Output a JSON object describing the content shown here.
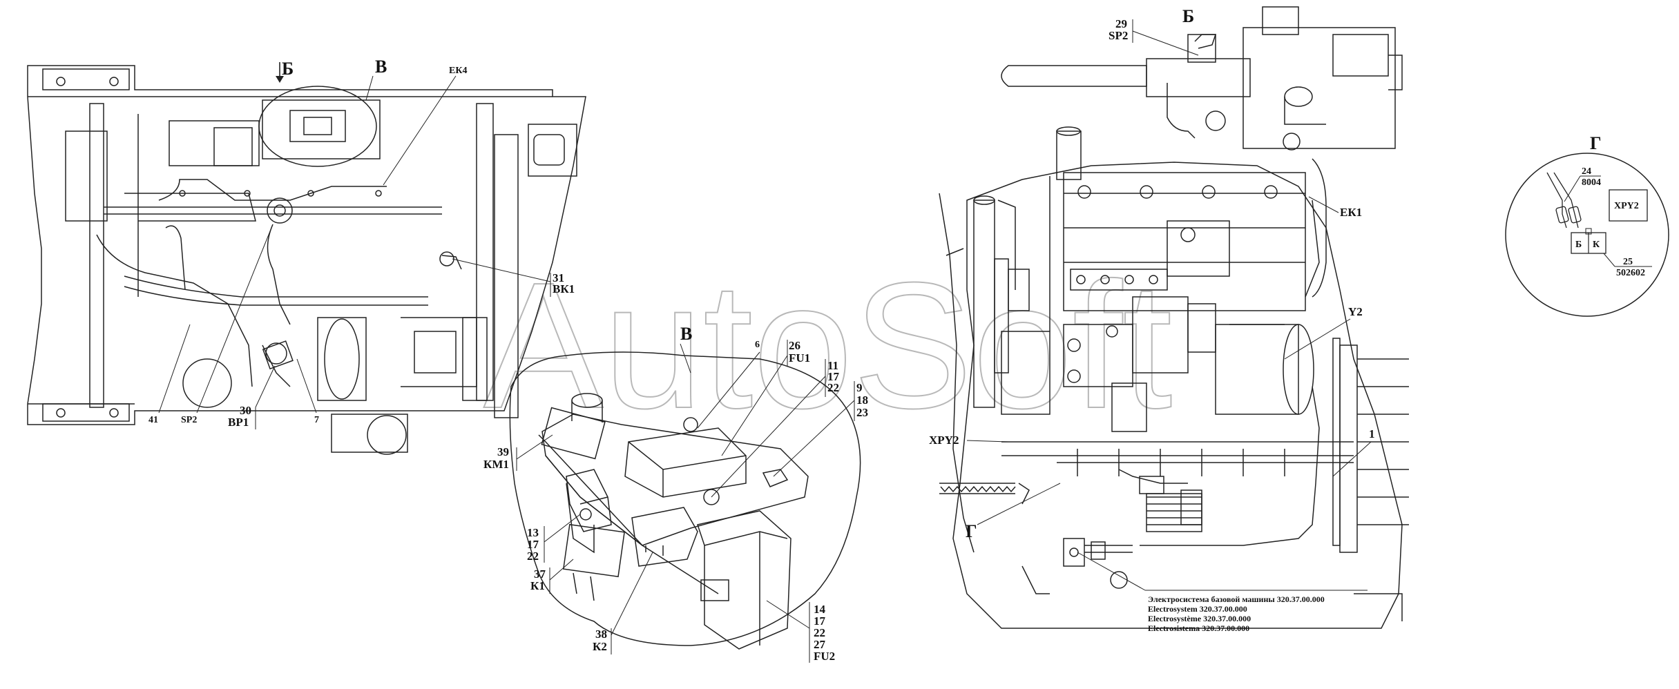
{
  "watermark": "AutoSoft",
  "left_view": {
    "arrow_b": "Б",
    "view_v": "В",
    "ek4": "ЕК4",
    "pos31": "31",
    "bk1": "ВК1",
    "pos41": "41",
    "sp2": "SP2",
    "pos30": "30",
    "bp1": "ВР1",
    "pos7": "7"
  },
  "detail_v": {
    "title": "В",
    "pos6": "6",
    "pos26": "26",
    "fu1": "FU1",
    "pos11": "11",
    "pos17a": "17",
    "pos22a": "22",
    "pos9": "9",
    "pos18": "18",
    "pos23": "23",
    "pos39": "39",
    "km1": "КМ1",
    "pos13": "13",
    "pos17b": "17",
    "pos22b": "22",
    "pos37": "37",
    "k1": "К1",
    "pos38": "38",
    "k2": "К2",
    "pos14": "14",
    "pos17c": "17",
    "pos22c": "22",
    "pos27": "27",
    "fu2": "FU2"
  },
  "engine_view": {
    "title_b": "Б",
    "pos29": "29",
    "sp2": "SP2",
    "ek1": "ЕК1",
    "y2": "Y2",
    "xpy2": "ХРY2",
    "pos1": "1",
    "g_ref": "Г",
    "notes": [
      "Электросистема базовой машины 320.37.00.000",
      "Electrosystem 320.37.00.000",
      "Electrosystème 320.37.00.000",
      "Electrosistema 320.37.00.000"
    ]
  },
  "detail_g": {
    "title": "Г",
    "pos24": "24",
    "part24": "8004",
    "xpy2": "ХРY2",
    "b": "Б",
    "k": "К",
    "pos25": "25",
    "part25": "502602"
  }
}
